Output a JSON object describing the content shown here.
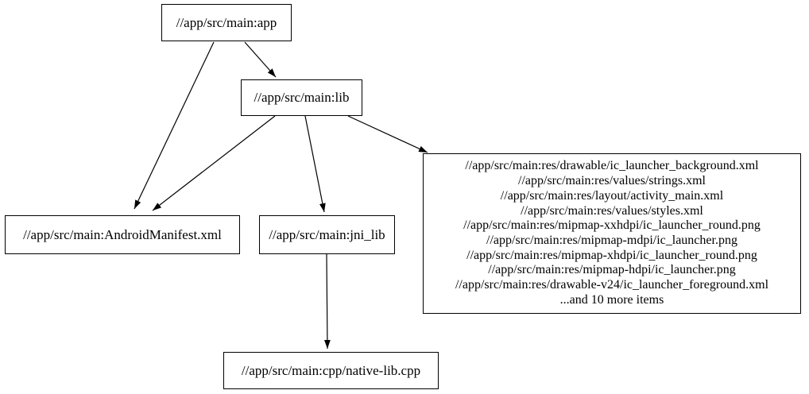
{
  "diagram": {
    "type": "dependency-graph",
    "background_color": "#ffffff",
    "line_color": "#000000",
    "nodes": {
      "app": {
        "label": "//app/src/main:app"
      },
      "lib": {
        "label": "//app/src/main:lib"
      },
      "manifest": {
        "label": "//app/src/main:AndroidManifest.xml"
      },
      "jni_lib": {
        "label": "//app/src/main:jni_lib"
      },
      "res_group": {
        "lines": [
          "//app/src/main:res/drawable/ic_launcher_background.xml",
          "//app/src/main:res/values/strings.xml",
          "//app/src/main:res/layout/activity_main.xml",
          "//app/src/main:res/values/styles.xml",
          "//app/src/main:res/mipmap-xxhdpi/ic_launcher_round.png",
          "//app/src/main:res/mipmap-mdpi/ic_launcher.png",
          "//app/src/main:res/mipmap-xhdpi/ic_launcher_round.png",
          "//app/src/main:res/mipmap-hdpi/ic_launcher.png",
          "//app/src/main:res/drawable-v24/ic_launcher_foreground.xml",
          "...and 10 more items"
        ]
      },
      "native_lib_cpp": {
        "label": "//app/src/main:cpp/native-lib.cpp"
      }
    },
    "edges": [
      {
        "from": "//app/src/main:app",
        "to": "//app/src/main:AndroidManifest.xml"
      },
      {
        "from": "//app/src/main:app",
        "to": "//app/src/main:lib"
      },
      {
        "from": "//app/src/main:lib",
        "to": "//app/src/main:AndroidManifest.xml"
      },
      {
        "from": "//app/src/main:lib",
        "to": "//app/src/main:jni_lib"
      },
      {
        "from": "//app/src/main:lib",
        "to": "res_group"
      },
      {
        "from": "//app/src/main:jni_lib",
        "to": "//app/src/main:cpp/native-lib.cpp"
      }
    ]
  }
}
